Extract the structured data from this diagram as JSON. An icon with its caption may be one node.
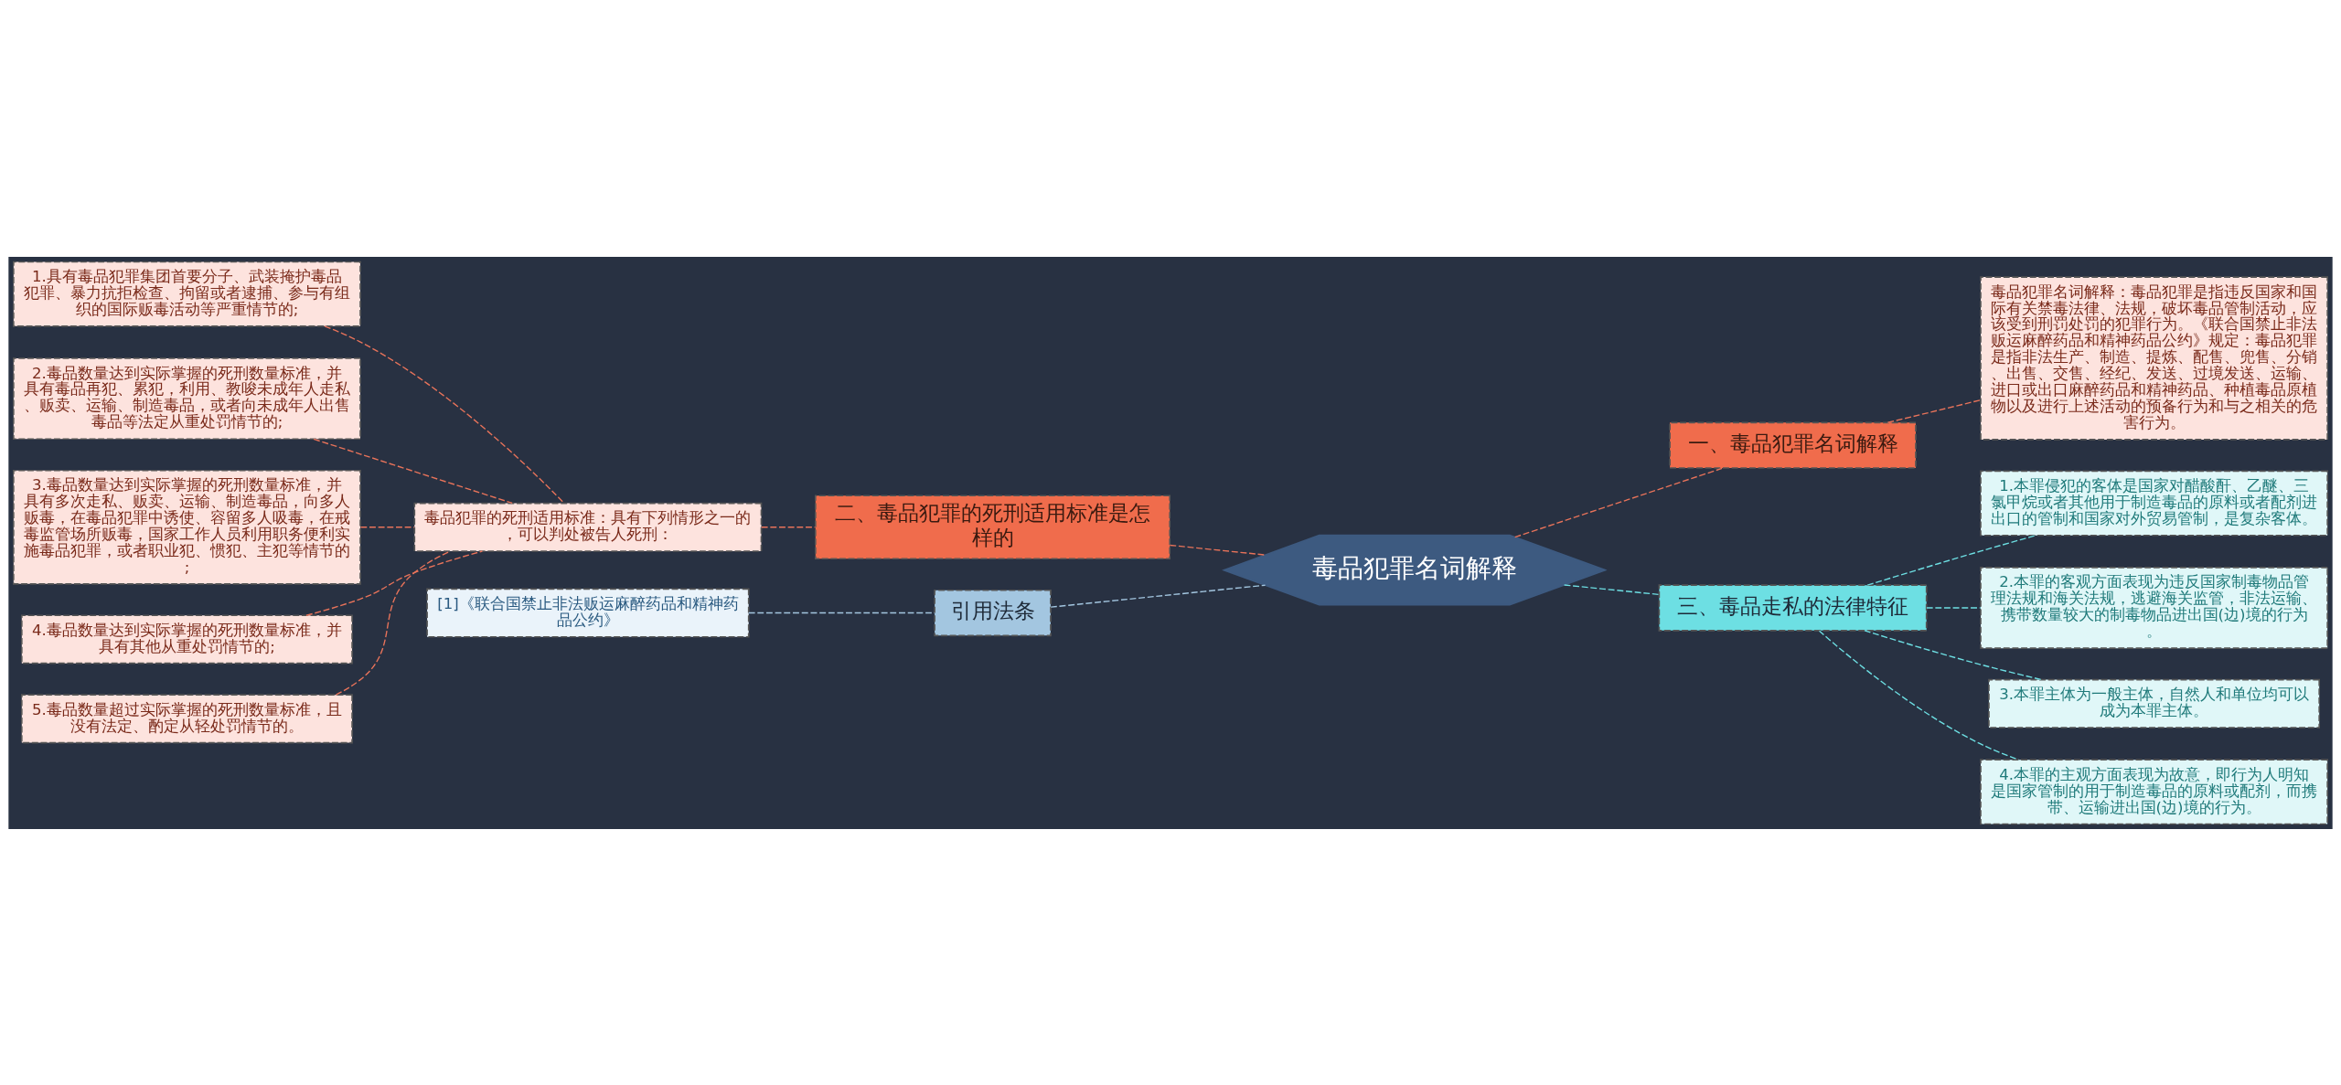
{
  "diagram": {
    "nodes": [
      {
        "text": [
          "毒品犯罪名词解释"
        ]
      },
      {
        "text": [
          "二、毒品犯罪的死刑适用标准是怎样的"
        ]
      },
      {
        "text": [
          "毒品犯罪的死刑适用标准：具有下列情形之一的，可以判处被告人死刑："
        ]
      },
      {
        "text": [
          "1.具有毒品犯罪集团首要分子、武装掩护毒品犯罪、暴力抗拒检查、拘留或者逮捕、参与有组织的国际贩毒活动等严重情节的;"
        ]
      },
      {
        "text": [
          "2.毒品数量达到实际掌握的死刑数量标准，并具有毒品再犯、累犯，利用、教唆未成年人走私、贩卖、运输、制造毒品，或者向未成年人出售毒品等法定从重处罚情节的;"
        ]
      },
      {
        "text": [
          "3.毒品数量达到实际掌握的死刑数量标准，并具有多次走私、贩卖、运输、制造毒品，向多人贩毒，在毒品犯罪中诱使、容留多人吸毒，在戒毒监管场所贩毒，国家工作人员利用职务便利实施毒品犯罪，或者职业犯、惯犯、主犯等情节的;"
        ]
      },
      {
        "text": [
          "4.毒品数量达到实际掌握的死刑数量标准，并具有其他从重处罚情节的;"
        ]
      },
      {
        "text": [
          "5.毒品数量超过实际掌握的死刑数量标准，且没有法定、酌定从轻处罚情节的。"
        ]
      },
      {
        "text": [
          "引用法条"
        ]
      },
      {
        "text": [
          "[1]《联合国禁止非法贩运麻醉药品和精神药品公约》"
        ]
      },
      {
        "text": [
          "一、毒品犯罪名词解释"
        ]
      },
      {
        "text": [
          "毒品犯罪名词解释：毒品犯罪是指违反国家和国际有关禁毒法律、法规，破坏毒品管制活动，应该受到刑罚处罚的犯罪行为。《联合国禁止非法贩运麻醉药品和精神药品公约》规定：毒品犯罪是指非法生产、制造、提炼、配售、兜售、分销、出售、交售、经纪、发送、过境发送、运输、进口或出口麻醉药品和精神药品、种植毒品原植物以及进行上述活动的预备行为和与之相关的危害行为。"
        ]
      },
      {
        "text": [
          "三、毒品走私的法律特征"
        ]
      },
      {
        "text": [
          "1.本罪侵犯的客体是国家对醋酸酐、乙醚、三氯甲烷或者其他用于制造毒品的原料或者配剂进出口的管制和国家对外贸易管制，是复杂客体。"
        ]
      },
      {
        "text": [
          "2.本罪的客观方面表现为违反国家制毒物品管理法规和海关法规，逃避海关监管，非法运输、携带数量较大的制毒物品进出国(边)境的行为。"
        ]
      },
      {
        "text": [
          "3.本罪主体为一般主体，自然人和单位均可以成为本罪主体。"
        ]
      },
      {
        "text": [
          "4.本罪的主观方面表现为故意，即行为人明知是国家管制的用于制造毒品的原料或配剂，而携带、运输进出国(边)境的行为。"
        ]
      }
    ],
    "edges": [
      {
        "from": 0,
        "to": 1,
        "arrow": "none",
        "style": "dashed"
      },
      {
        "from": 1,
        "to": 2,
        "arrow": "none",
        "style": "dashed"
      },
      {
        "from": 2,
        "to": 3,
        "arrow": "none",
        "style": "dashed"
      },
      {
        "from": 2,
        "to": 4,
        "arrow": "none",
        "style": "dashed"
      },
      {
        "from": 2,
        "to": 5,
        "arrow": "none",
        "style": "dashed"
      },
      {
        "from": 2,
        "to": 6,
        "arrow": "none",
        "style": "dashed"
      },
      {
        "from": 2,
        "to": 7,
        "arrow": "none",
        "style": "dashed"
      },
      {
        "from": 0,
        "to": 8,
        "arrow": "none",
        "style": "dashed",
        "color": "#a3c6e0"
      },
      {
        "from": 8,
        "to": 9,
        "arrow": "none",
        "style": "dashed",
        "color": "#a3c6e0"
      },
      {
        "from": 0,
        "to": 10,
        "arrow": "none",
        "style": "dashed"
      },
      {
        "from": 10,
        "to": 11,
        "arrow": "none",
        "style": "dashed"
      },
      {
        "from": 0,
        "to": 12,
        "arrow": "none",
        "style": "dashed",
        "color": "#6ddfe3"
      },
      {
        "from": 12,
        "to": 13,
        "arrow": "none",
        "style": "dashed",
        "color": "#6ddfe3"
      },
      {
        "from": 12,
        "to": 14,
        "arrow": "none",
        "style": "dashed",
        "color": "#6ddfe3"
      },
      {
        "from": 12,
        "to": 15,
        "arrow": "none",
        "style": "dashed",
        "color": "#6ddfe3"
      },
      {
        "from": 12,
        "to": 16,
        "arrow": "none",
        "style": "dashed",
        "color": "#6ddfe3"
      }
    ]
  }
}
